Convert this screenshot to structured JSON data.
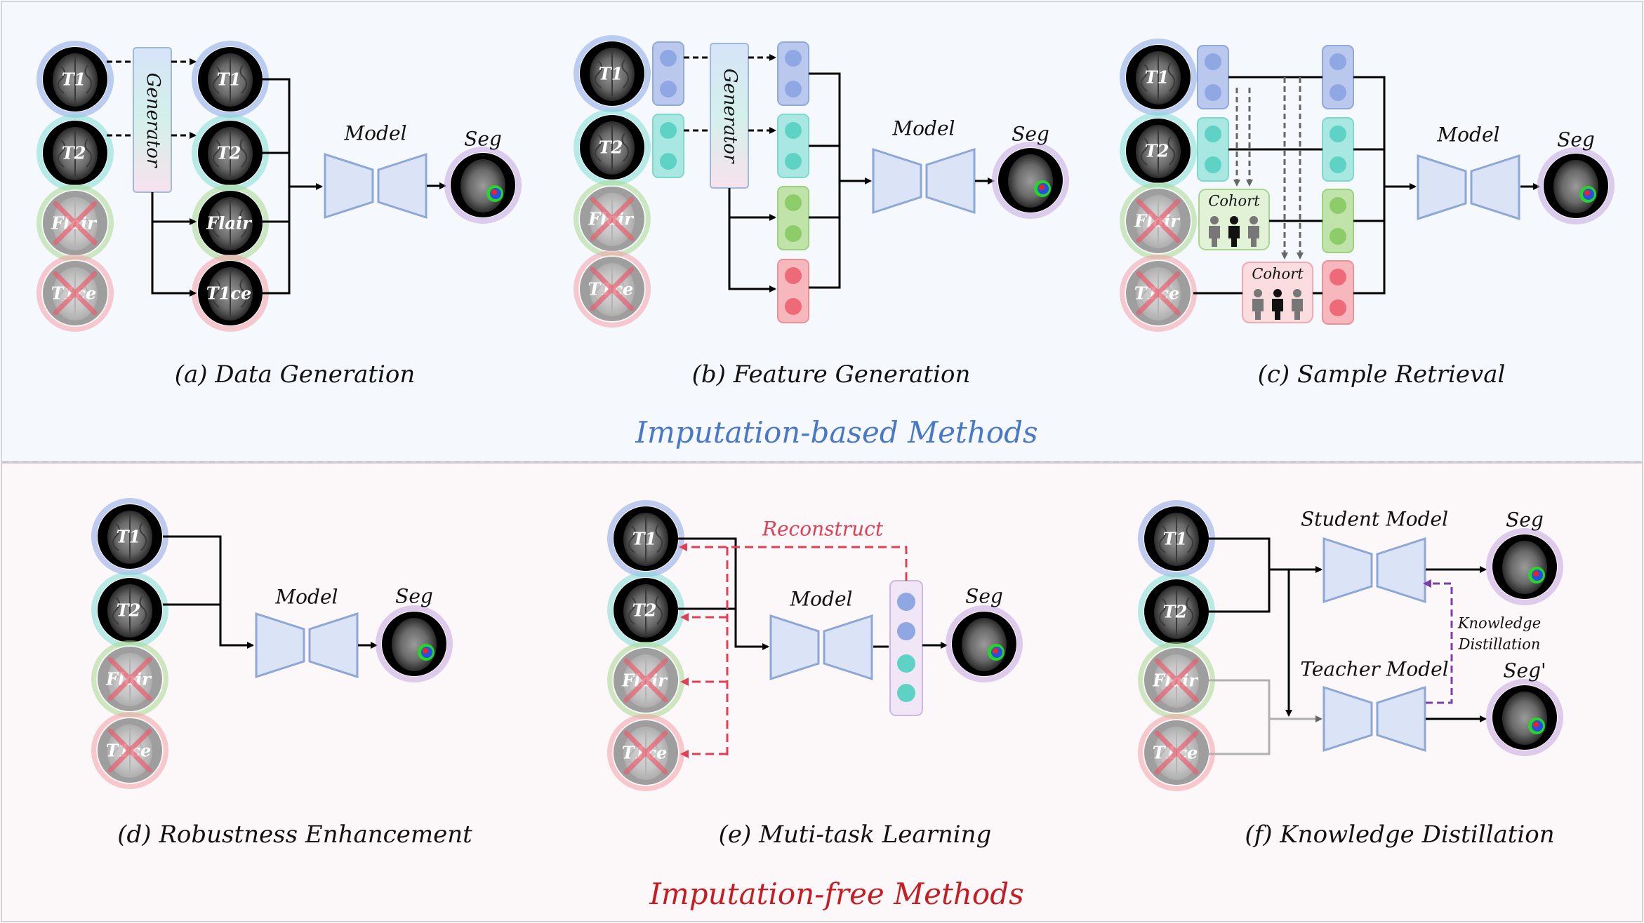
{
  "colors": {
    "top_panel_bg": "#f5f8fc",
    "bottom_panel_bg": "#fcf7f9",
    "imputation_based_title": "#4a78c8",
    "imputation_free_title": "#c41e24",
    "reconstruct": "#e04055",
    "distill_arrow": "#7a3fa8",
    "block_blue": "#b9c8ec",
    "block_teal": "#a9e8e2",
    "block_green": "#bfe3a8",
    "block_red": "#f6b8bd",
    "model_fill": "#dbe4f6",
    "model_stroke": "#8ea7d6",
    "cohort_green_bg": "#e2f2d6",
    "cohort_red_bg": "#fbdcdf"
  },
  "modalities": {
    "t1": "T1",
    "t2": "T2",
    "flair": "Flair",
    "t1ce": "T1ce"
  },
  "labels": {
    "generator": "Generator",
    "model": "Model",
    "seg": "Seg",
    "seg_prime": "Seg'",
    "cohort": "Cohort",
    "reconstruct": "Reconstruct",
    "student_model": "Student Model",
    "teacher_model": "Teacher Model",
    "knowledge_distillation_line1": "Knowledge",
    "knowledge_distillation_line2": "Distillation"
  },
  "panels": {
    "a": "(a) Data Generation",
    "b": "(b) Feature Generation",
    "c": "(c) Sample Retrieval",
    "d": "(d) Robustness Enhancement",
    "e": "(e) Muti-task Learning",
    "f": "(f) Knowledge Distillation"
  },
  "section_titles": {
    "top": "Imputation-based Methods",
    "bottom": "Imputation-free Methods"
  },
  "icons": {
    "brain": "brain-mri-icon",
    "missing": "red-cross-icon",
    "person": "person-icon",
    "model": "encoder-decoder-icon"
  }
}
